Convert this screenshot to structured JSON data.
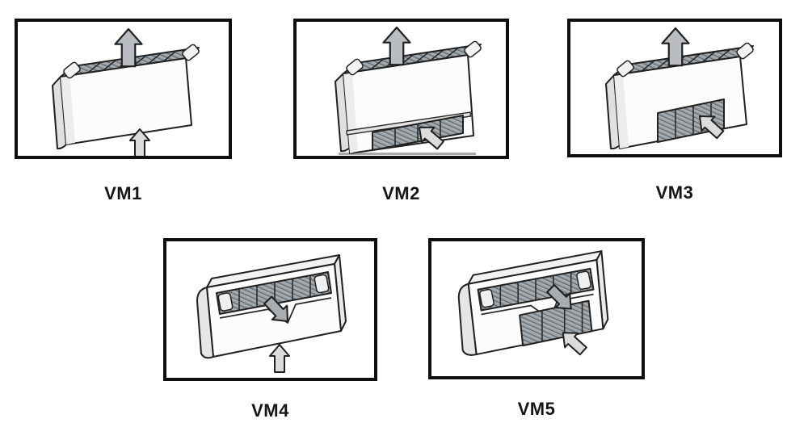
{
  "page": {
    "background": "#ffffff"
  },
  "panels": [
    {
      "id": "vm1",
      "label": "VM1",
      "unit": "vertical-cabinet",
      "airflow_icons": [
        "air-out-top-up-arrow",
        "air-in-bottom-up-arrow"
      ]
    },
    {
      "id": "vm2",
      "label": "VM2",
      "unit": "vertical-cabinet-with-base",
      "airflow_icons": [
        "air-out-top-up-arrow",
        "air-in-front-base-arrow"
      ],
      "floor_line": true
    },
    {
      "id": "vm3",
      "label": "VM3",
      "unit": "vertical-cabinet",
      "airflow_icons": [
        "air-out-top-up-arrow",
        "air-in-front-grille-arrow"
      ]
    },
    {
      "id": "vm4",
      "label": "VM4",
      "unit": "console-front-grille",
      "airflow_icons": [
        "air-out-front-arrow",
        "air-in-bottom-up-arrow"
      ]
    },
    {
      "id": "vm5",
      "label": "VM5",
      "unit": "console-two-front-grilles",
      "airflow_icons": [
        "air-out-front-arrow",
        "air-in-front-lower-grille-arrow"
      ]
    }
  ],
  "colors": {
    "frame_border": "#0e0e0e",
    "label_text": "#161616",
    "grille_base": "#9ba0a4",
    "grille_hatch_dark": "#50555a",
    "grille_hatch_light": "#b6babd",
    "arrow_fill_light": "#dcdcdc",
    "arrow_fill_mid": "#b9bdc1",
    "arrow_fill_dark": "#a9adb1",
    "body_fill": "#fcfcfc",
    "side_shade": "#e6e6e6",
    "floor_line": "#a9a9a9"
  }
}
